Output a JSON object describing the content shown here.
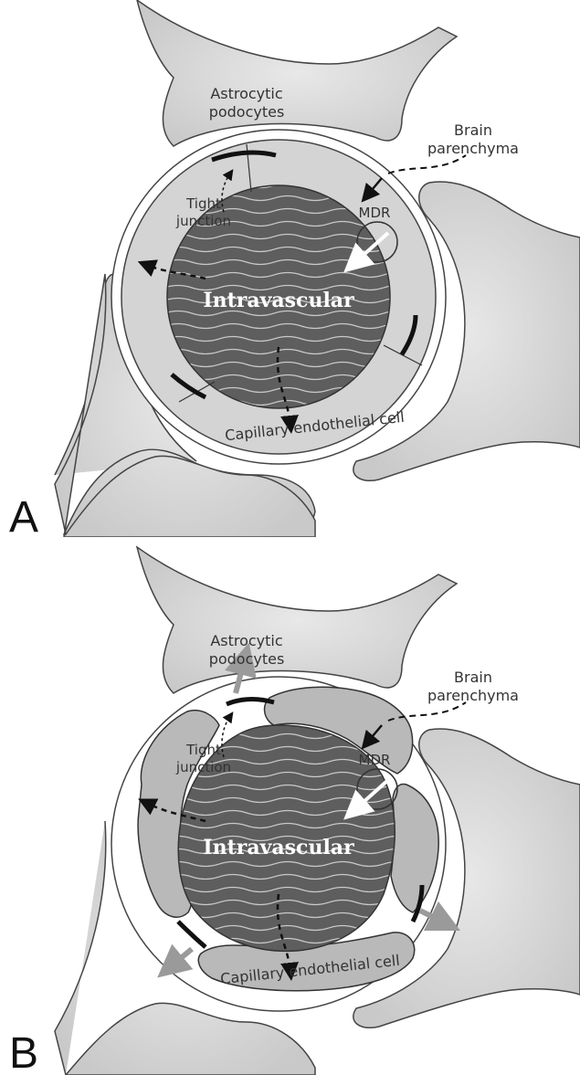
{
  "panels": [
    {
      "letter": "A",
      "labels": {
        "astro_line1": "Astrocytic",
        "astro_line2": "podocytes",
        "brain_line1": "Brain",
        "brain_line2": "parenchyma",
        "tight_line1": "Tight",
        "tight_line2": "junction",
        "mdr": "MDR",
        "intravascular": "Intravascular",
        "endothelial": "Capillary endothelial cell"
      }
    },
    {
      "letter": "B",
      "labels": {
        "astro_line1": "Astrocytic",
        "astro_line2": "podocytes",
        "brain_line1": "Brain",
        "brain_line2": "parenchyma",
        "tight_line1": "Tight",
        "tight_line2": "junction",
        "mdr": "MDR",
        "intravascular": "Intravascular",
        "endothelial": "Capillary endothelial cell"
      }
    }
  ]
}
